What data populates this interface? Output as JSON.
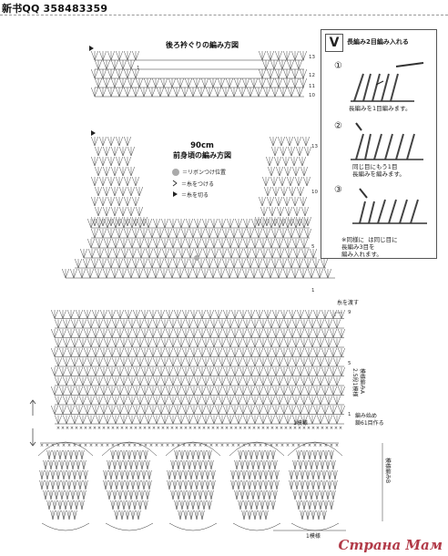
{
  "header": {
    "id_text": "新书QQ 358483359"
  },
  "back_neck": {
    "title": "後ろ衿ぐりの編み方図",
    "row_labels": [
      "13",
      "12",
      "11",
      "10",
      "1"
    ]
  },
  "front": {
    "size": "90cm",
    "title": "前身頃の編み方図",
    "legend_ribbon": "＝リボンつけ位置",
    "legend_attach": "＝糸をつける",
    "legend_cut": "＝糸を切る",
    "row_labels": [
      "13",
      "10",
      "5",
      "1",
      "9",
      "5",
      "1"
    ],
    "side_notes": [
      "糸を渡す",
      "模様編みA",
      "2.5段1模様",
      "編み始め",
      "鎖61目作る",
      "1模様"
    ]
  },
  "edging": {
    "vertical_label": "模様編みB",
    "bottom_label": "1模様"
  },
  "instructions": {
    "symbol": "V",
    "title": "長編み2目編み入れる",
    "steps": [
      {
        "num": "①",
        "text": "長編みを1目編みます。"
      },
      {
        "num": "②",
        "text": "同じ目にもう1目\n長編みを編みます。"
      },
      {
        "num": "③",
        "text": ""
      }
    ],
    "note": "※同様に  は同じ目に\n長編み3目を\n編み入れます。"
  },
  "watermark": "Страна Мам",
  "colors": {
    "line": "#333333",
    "ribbon_dot": "#aaaaaa",
    "border": "#555555"
  }
}
